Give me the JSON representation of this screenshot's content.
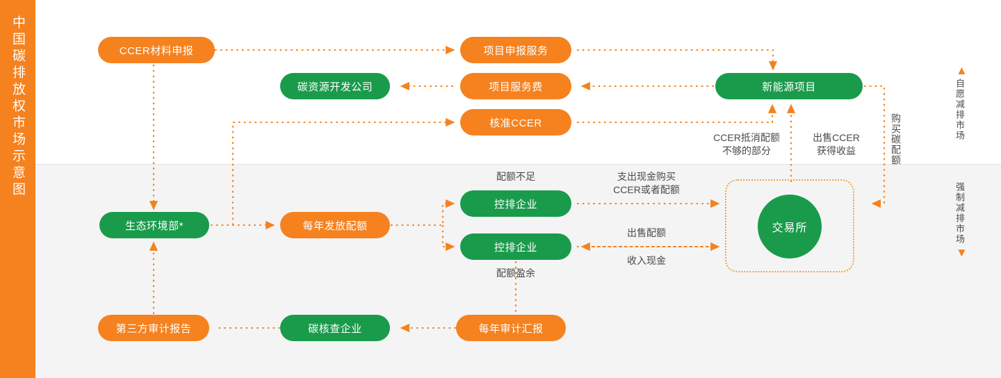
{
  "title_bar": {
    "text": "中国碳排放权市场示意图",
    "bg": "#F5821F",
    "fg": "#FFFFFF"
  },
  "colors": {
    "orange": "#F5821F",
    "green": "#1A9B4C",
    "dotted": "#F5821F",
    "dotted_soft": "#F2A33C",
    "band_grey": "#F4F4F4",
    "text_grey": "#4A4A4A"
  },
  "markets": {
    "top": {
      "label": "自愿减排市场",
      "arrow": "▲",
      "arrow_name": "arrow-up-icon"
    },
    "bottom": {
      "label": "强制减排市场",
      "arrow": "▼",
      "arrow_name": "arrow-down-icon"
    }
  },
  "nodes": {
    "ccer_material": {
      "label": "CCER材料申报",
      "color": "orange"
    },
    "carbon_dev_company": {
      "label": "碳资源开发公司",
      "color": "green"
    },
    "project_declare_service": {
      "label": "项目申报服务",
      "color": "orange"
    },
    "project_service_fee": {
      "label": "项目服务费",
      "color": "orange"
    },
    "approve_ccer": {
      "label": "核准CCER",
      "color": "orange"
    },
    "new_energy_project": {
      "label": "新能源项目",
      "color": "green"
    },
    "eco_ministry": {
      "label": "生态环境部*",
      "color": "green"
    },
    "annual_quota": {
      "label": "每年发放配额",
      "color": "orange"
    },
    "controlled_enterprise_1": {
      "label": "控排企业",
      "color": "green"
    },
    "controlled_enterprise_2": {
      "label": "控排企业",
      "color": "green"
    },
    "exchange": {
      "label": "交易所",
      "color": "green"
    },
    "third_party_audit_report": {
      "label": "第三方审计报告",
      "color": "orange"
    },
    "carbon_verification_company": {
      "label": "碳核查企业",
      "color": "green"
    },
    "annual_audit_report": {
      "label": "每年审计汇报",
      "color": "orange"
    }
  },
  "edge_labels": {
    "ccer_offset": "CCER抵消配额\n不够的部分",
    "sell_ccer": "出售CCER\n获得收益",
    "buy_carbon_quota": "购买碳配额",
    "quota_shortage": "配额不足",
    "quota_surplus": "配额盈余",
    "pay_cash_buy": "支出现金购买\nCCER或者配额",
    "sell_quota": "出售配额",
    "receive_cash": "收入现金"
  }
}
